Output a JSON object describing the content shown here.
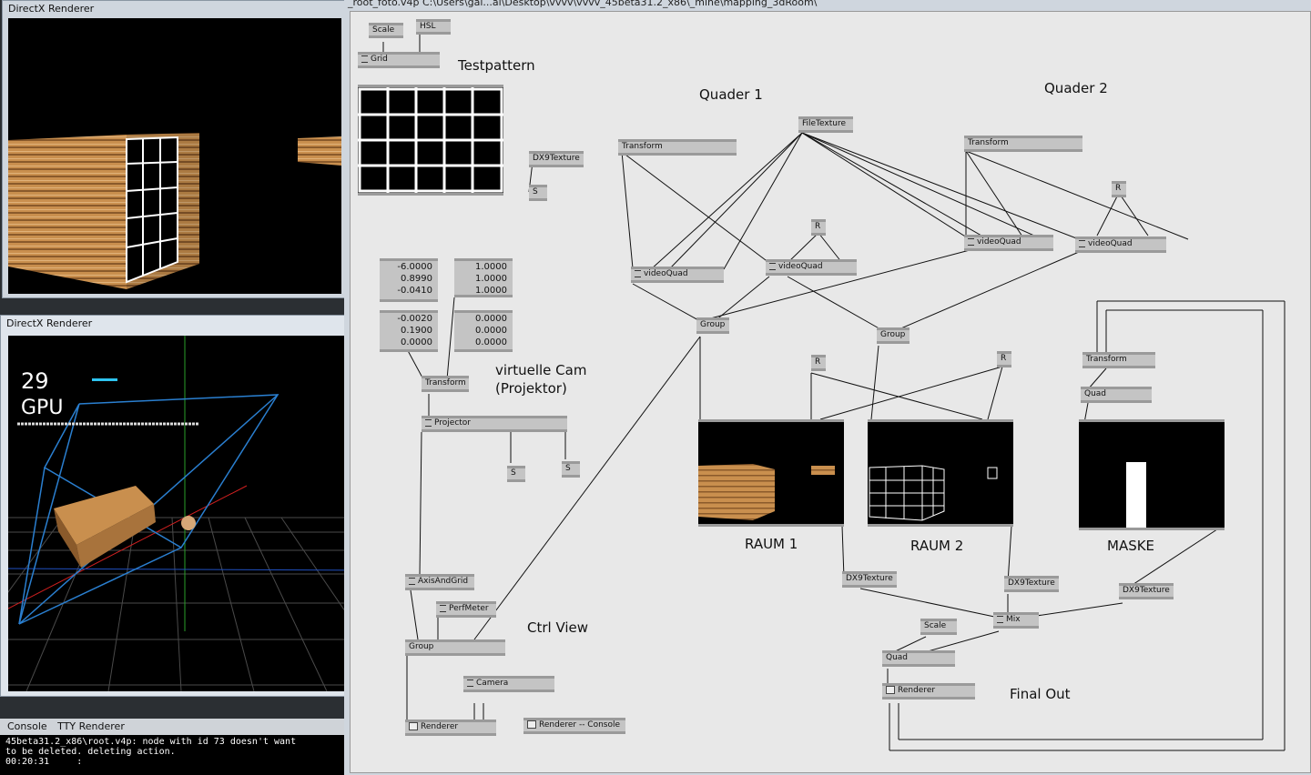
{
  "renderer_top": {
    "title": "DirectX Renderer"
  },
  "renderer_ctrl": {
    "title": "DirectX Renderer",
    "fps": "29",
    "gpu": "GPU"
  },
  "console": {
    "tab_console": "Console",
    "tab_tty": "TTY Renderer",
    "lines": "45beta31.2_x86\\root.v4p: node with id 73 doesn't want\nto be deleted. deleting action.\n00:20:31     :"
  },
  "patch": {
    "title": "_root_foto.v4p     C:\\Users\\gal...al\\Desktop\\vvvv\\vvvv_45beta31.2_x86\\_mine\\mapping_3dRoom\\",
    "labels": {
      "testpattern": "Testpattern",
      "quader1": "Quader 1",
      "quader2": "Quader 2",
      "virtuelle_cam": "virtuelle Cam",
      "projektor": "(Projektor)",
      "ctrl_view": "Ctrl View",
      "raum1": "RAUM 1",
      "raum2": "RAUM 2",
      "maske": "MASKE",
      "final_out": "Final Out"
    },
    "nodes": {
      "scale1": "Scale",
      "hsl": "HSL",
      "grid": "Grid",
      "dx9tex1": "DX9Texture",
      "s1": "S",
      "transform1": "Transform",
      "filetexture": "FileTexture",
      "transform2": "Transform",
      "r1": "R",
      "r2": "R",
      "r3": "R",
      "r4": "R",
      "videoquad1": "videoQuad",
      "videoquad2": "videoQuad",
      "videoquad3": "videoQuad",
      "videoquad4": "videoQuad",
      "group1": "Group",
      "group2": "Group",
      "group3": "Group",
      "transform_cam": "Transform",
      "projector": "Projector",
      "s2": "S",
      "s3": "S",
      "transform_mask": "Transform",
      "quad_mask": "Quad",
      "axisandgrid": "AxisAndGrid",
      "perfmeter": "PerfMeter",
      "camera": "Camera",
      "renderer1": "Renderer",
      "renderer_console": "Renderer -- Console",
      "dx9tex2": "DX9Texture",
      "dx9tex3": "DX9Texture",
      "dx9tex4": "DX9Texture",
      "mix": "Mix",
      "scale2": "Scale",
      "quad_final": "Quad",
      "renderer_final": "Renderer"
    },
    "iobox_translate": [
      "-6.0000",
      "0.8990",
      "-0.0410"
    ],
    "iobox_scale": [
      "1.0000",
      "1.0000",
      "1.0000"
    ],
    "iobox_rotate": [
      "-0.0020",
      "0.1900",
      "0.0000"
    ],
    "iobox_zero": [
      "0.0000",
      "0.0000",
      "0.0000"
    ]
  },
  "colors": {
    "patch_bg": "#e8e8e8",
    "node": "#c4c4c4",
    "wire": "#111111",
    "gpu_bar": "#2ec4f0"
  }
}
